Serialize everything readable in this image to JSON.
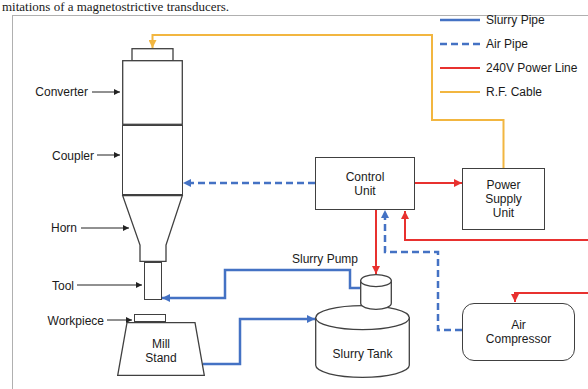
{
  "diagram": {
    "nodes": [
      {
        "text": [
          "Converter"
        ]
      },
      {
        "text": [
          "Coupler"
        ]
      },
      {
        "text": [
          "Control Unit"
        ]
      },
      {
        "text": [
          "Power Supply Unit"
        ]
      },
      {
        "text": [
          "Horn"
        ]
      },
      {
        "text": [
          "Slurry Pump"
        ]
      },
      {
        "text": [
          "Tool"
        ]
      },
      {
        "text": [
          "Workpiece"
        ]
      },
      {
        "text": [
          "Air Compressor"
        ]
      },
      {
        "text": [
          "Mill Stand"
        ]
      },
      {
        "text": [
          "Slurry Tank"
        ]
      }
    ],
    "edges": [
      {
        "from": 3,
        "to": 0,
        "arrow": "to"
      },
      {
        "from": 2,
        "to": 1,
        "arrow": "to"
      },
      {
        "from": 2,
        "to": 3,
        "arrow": "to"
      },
      {
        "from": 2,
        "to": 5,
        "arrow": "to"
      },
      {
        "from": 8,
        "to": 2,
        "arrow": "to"
      },
      {
        "from": 5,
        "to": 6,
        "arrow": "to"
      },
      {
        "from": 9,
        "to": 10,
        "arrow": "to"
      }
    ],
    "labels": [
      "mitations of a magnetostrictive transducers."
    ],
    "legend": [
      {
        "text": "Slurry Pipe"
      },
      {
        "text": "Air Pipe"
      },
      {
        "text": "240V Power Line"
      },
      {
        "text": "R.F. Cable"
      }
    ]
  }
}
